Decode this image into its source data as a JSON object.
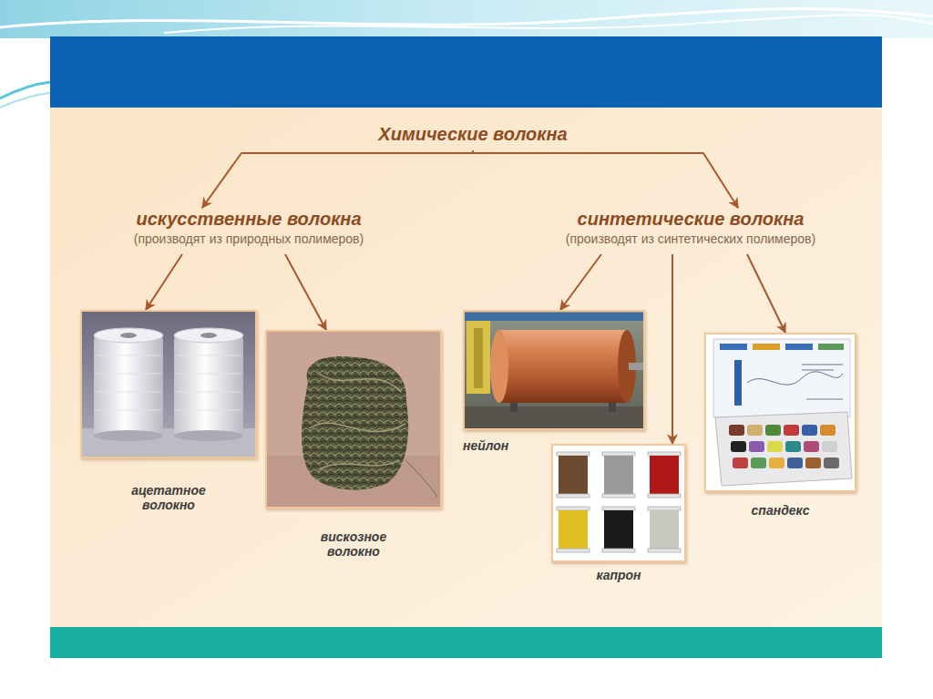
{
  "diagram": {
    "nodes": [
      {
        "text": [
          "Химические волокна"
        ]
      },
      {
        "text": [
          "искусственные волокна",
          "(производят из природных полимеров)"
        ]
      },
      {
        "text": [
          "синтетические волокна",
          "(производят из синтетических полимеров)"
        ]
      },
      {
        "text": [
          "ацетатное волокно"
        ]
      },
      {
        "text": [
          "вискозное волокно"
        ]
      },
      {
        "text": [
          "нейлон"
        ]
      },
      {
        "text": [
          "капрон"
        ]
      },
      {
        "text": [
          "спандекс"
        ]
      }
    ],
    "edges": [
      {
        "from": 0,
        "to": 1,
        "arrow": "to"
      },
      {
        "from": 0,
        "to": 2,
        "arrow": "to"
      },
      {
        "from": 1,
        "to": 3,
        "arrow": "to"
      },
      {
        "from": 1,
        "to": 4,
        "arrow": "to"
      },
      {
        "from": 2,
        "to": 5,
        "arrow": "to"
      },
      {
        "from": 2,
        "to": 6,
        "arrow": "to"
      },
      {
        "from": 2,
        "to": 7,
        "arrow": "to"
      }
    ]
  }
}
